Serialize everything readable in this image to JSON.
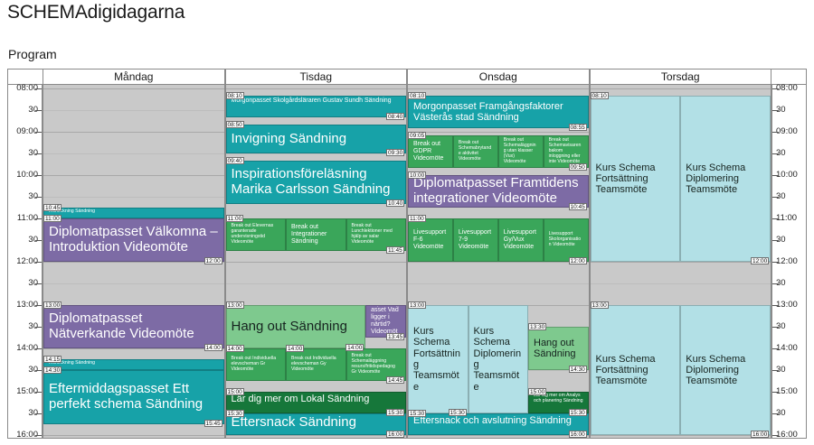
{
  "page": {
    "title": "SCHEMAdigidagarna",
    "subtitle": "Program"
  },
  "calendar": {
    "time_start": "08:00",
    "time_end": "16:00",
    "time_labels": [
      "08:00",
      "30",
      "09:00",
      "30",
      "10:00",
      "30",
      "11:00",
      "30",
      "12:00",
      "30",
      "13:00",
      "30",
      "14:00",
      "30",
      "15:00",
      "30",
      "16:00"
    ],
    "colors": {
      "broadcast_teal": "#17a2a8",
      "video_purple": "#7d6ba5",
      "breakout_green": "#3aa65a",
      "hangout_green": "#7ec98e",
      "lokal_darkgreen": "#16773a",
      "course_blue": "#b2e0e6",
      "empty_gray": "#c9c9c9"
    },
    "days": [
      {
        "name": "monday",
        "label": "Måndag",
        "events": [
          {
            "id": "mon-incheckning-1",
            "title": "Incheckning Sändning",
            "start": "10:45",
            "end": "11:00",
            "color": "#17a2a8",
            "size": "xs",
            "lane": 0,
            "lanes": 1,
            "start_chip": "10:45",
            "end_chip": ""
          },
          {
            "id": "mon-valkomna",
            "title": "Diplomatpasset Välkomna – Introduktion Videomöte",
            "start": "11:00",
            "end": "12:00",
            "color": "#7d6ba5",
            "size": "lg",
            "lane": 0,
            "lanes": 1,
            "start_chip": "11:00",
            "end_chip": "12:00"
          },
          {
            "id": "mon-natverkande",
            "title": "Diplomatpasset Nätverkande Videomöte",
            "start": "13:00",
            "end": "14:00",
            "color": "#7d6ba5",
            "size": "lg",
            "lane": 0,
            "lanes": 1,
            "start_chip": "13:00",
            "end_chip": "14:00"
          },
          {
            "id": "mon-incheckning-2",
            "title": "Incheckning Sändning",
            "start": "14:15",
            "end": "14:30",
            "color": "#17a2a8",
            "size": "xs",
            "lane": 0,
            "lanes": 1,
            "start_chip": "14:15",
            "end_chip": ""
          },
          {
            "id": "mon-eftermiddag",
            "title": "Eftermiddagspasset Ett perfekt schema Sändning",
            "start": "14:30",
            "end": "15:45",
            "color": "#17a2a8",
            "size": "lg",
            "lane": 0,
            "lanes": 1,
            "start_chip": "14:30",
            "end_chip": "15:45"
          }
        ]
      },
      {
        "name": "tuesday",
        "label": "Tisdag",
        "events": [
          {
            "id": "tue-morgonpasset",
            "title": "Morgonpasset Skolgårdsläraren Gustav Sundh Sändning",
            "start": "08:10",
            "end": "08:40",
            "color": "#17a2a8",
            "size": "sm",
            "lane": 0,
            "lanes": 1,
            "start_chip": "08:10",
            "end_chip": "08:40"
          },
          {
            "id": "tue-invigning",
            "title": "Invigning    Sändning",
            "start": "08:50",
            "end": "09:30",
            "color": "#17a2a8",
            "size": "lg",
            "lane": 0,
            "lanes": 1,
            "start_chip": "08:50",
            "end_chip": "09:30"
          },
          {
            "id": "tue-inspiration",
            "title": "Inspirationsföreläsning Marika Carlsson Sändning",
            "start": "09:40",
            "end": "10:40",
            "color": "#17a2a8",
            "size": "lg",
            "lane": 0,
            "lanes": 1,
            "start_chip": "09:40",
            "end_chip": "10:40"
          },
          {
            "id": "tue-breakout-elevernas",
            "title": "Break out Elevernas garanterade undervisningstid Videomöte",
            "start": "11:00",
            "end": "11:45",
            "color": "#3aa65a",
            "size": "xs",
            "lane": 0,
            "lanes": 3,
            "start_chip": "11:00",
            "end_chip": ""
          },
          {
            "id": "tue-breakout-integrationer",
            "title": "Break out Integrationer Sändning",
            "start": "11:00",
            "end": "11:45",
            "color": "#3aa65a",
            "size": "sm",
            "lane": 1,
            "lanes": 3,
            "start_chip": "",
            "end_chip": ""
          },
          {
            "id": "tue-breakout-lunchlektioner",
            "title": "Break out Lunchlektioner med hjälp av salar Videomöte",
            "start": "11:00",
            "end": "11:45",
            "color": "#3aa65a",
            "size": "xs",
            "lane": 2,
            "lanes": 3,
            "start_chip": "",
            "end_chip": "11:45"
          },
          {
            "id": "tue-hangout",
            "title": "Hang out Sändning",
            "start": "13:00",
            "end": "14:00",
            "color": "#7ec98e",
            "size": "lg",
            "lane": 0,
            "lanes": 2,
            "start_chip": "13:00",
            "end_chip": "14:00",
            "lane_span": 1.55,
            "dark": true
          },
          {
            "id": "tue-vadligger",
            "title": "Diplomatpasset Vad ligger i närtid? Videomöte",
            "start": "13:00",
            "end": "13:45",
            "color": "#7d6ba5",
            "size": "sm",
            "lane": 1.55,
            "lanes": 2,
            "lane_span": 0.45,
            "start_chip": "",
            "end_chip": "13:45"
          },
          {
            "id": "tue-breakout-gr",
            "title": "Break out Individuella elevscheman Gr Videomöte",
            "start": "14:00",
            "end": "14:45",
            "color": "#3aa65a",
            "size": "xs",
            "lane": 0,
            "lanes": 3,
            "start_chip": "14:00",
            "end_chip": ""
          },
          {
            "id": "tue-breakout-gy",
            "title": "Break out Individuella elevscheman Gy Videomöte",
            "start": "14:00",
            "end": "14:45",
            "color": "#3aa65a",
            "size": "xs",
            "lane": 1,
            "lanes": 3,
            "start_chip": "14:00",
            "end_chip": ""
          },
          {
            "id": "tue-breakout-schemalaggning",
            "title": "Break out Schemaläggning resurs/fritidspedagog Gr Videomöte",
            "start": "14:00",
            "end": "14:45",
            "color": "#3aa65a",
            "size": "xs",
            "lane": 2,
            "lanes": 3,
            "start_chip": "",
            "end_chip": "14:45"
          },
          {
            "id": "tue-lokal",
            "title": "Lär dig mer om Lokal Sändning",
            "start": "15:00",
            "end": "15:30",
            "color": "#16773a",
            "size": "md",
            "lane": 0,
            "lanes": 1,
            "start_chip": "15:00",
            "end_chip": "15:30"
          },
          {
            "id": "tue-eftersnack",
            "title": "Eftersnack Sändning",
            "start": "15:30",
            "end": "16:00",
            "color": "#17a2a8",
            "size": "lg",
            "lane": 0,
            "lanes": 1,
            "start_chip": "15:30",
            "end_chip": "16:00"
          }
        ]
      },
      {
        "name": "wednesday",
        "label": "Onsdag",
        "events": [
          {
            "id": "wed-morgonpasset",
            "title": "Morgonpasset Framgångsfaktorer Västerås stad Sändning",
            "start": "08:10",
            "end": "08:55",
            "color": "#17a2a8",
            "size": "md",
            "lane": 0,
            "lanes": 1,
            "start_chip": "08:10",
            "end_chip": "08:55"
          },
          {
            "id": "wed-breakout-gdpr",
            "title": "Break out GDPR Videomöte",
            "start": "09:05",
            "end": "09:50",
            "color": "#3aa65a",
            "size": "sm",
            "lane": 0,
            "lanes": 4,
            "start_chip": "09:05",
            "end_chip": ""
          },
          {
            "id": "wed-breakout-brytande",
            "title": "Break out Schemabrytande aktivitet Videomöte",
            "start": "09:05",
            "end": "09:50",
            "color": "#3aa65a",
            "size": "xs",
            "lane": 1,
            "lanes": 4,
            "start_chip": "",
            "end_chip": ""
          },
          {
            "id": "wed-breakout-utanklasser",
            "title": "Break out Schemaläggning utan klasser (Vux) Videomöte",
            "start": "09:05",
            "end": "09:50",
            "color": "#3aa65a",
            "size": "xs",
            "lane": 2,
            "lanes": 4,
            "start_chip": "",
            "end_chip": ""
          },
          {
            "id": "wed-breakout-schemavisaren",
            "title": "Break out Schemavisaren bakom inloggning eller inte Videomöte",
            "start": "09:05",
            "end": "09:50",
            "color": "#3aa65a",
            "size": "xs",
            "lane": 3,
            "lanes": 4,
            "start_chip": "",
            "end_chip": "09:50"
          },
          {
            "id": "wed-framtidens",
            "title": "Diplomatpasset Framtidens integrationer Videomöte",
            "start": "10:00",
            "end": "10:45",
            "color": "#7d6ba5",
            "size": "lg",
            "lane": 0,
            "lanes": 1,
            "start_chip": "10:00",
            "end_chip": "10:45"
          },
          {
            "id": "wed-live-f6",
            "title": "Livesupport F-6 Videomöte",
            "start": "11:00",
            "end": "12:00",
            "color": "#3aa65a",
            "size": "sm",
            "lane": 0,
            "lanes": 4,
            "start_chip": "11:00",
            "end_chip": ""
          },
          {
            "id": "wed-live-79",
            "title": "Livesupport 7-9 Videomöte",
            "start": "11:00",
            "end": "12:00",
            "color": "#3aa65a",
            "size": "sm",
            "lane": 1,
            "lanes": 4,
            "start_chip": "",
            "end_chip": ""
          },
          {
            "id": "wed-live-gyvux",
            "title": "Livesupport Gy/Vux Videomöte",
            "start": "11:00",
            "end": "12:00",
            "color": "#3aa65a",
            "size": "sm",
            "lane": 2,
            "lanes": 4,
            "start_chip": "",
            "end_chip": ""
          },
          {
            "id": "wed-live-skolorg",
            "title": "Livesupport Skolorganisation Videomöte",
            "start": "11:00",
            "end": "12:00",
            "color": "#3aa65a",
            "size": "xs",
            "lane": 3,
            "lanes": 4,
            "start_chip": "",
            "end_chip": "12:00"
          },
          {
            "id": "wed-kurs-fortsattning",
            "title": "Kurs Schema Fortsättning Teamsmöte",
            "start": "13:00",
            "end": "15:30",
            "color": "#b2e0e6",
            "size": "md",
            "lane": 0,
            "lanes": 3,
            "start_chip": "13:00",
            "end_chip": "15:30",
            "dark": true
          },
          {
            "id": "wed-kurs-diplomering",
            "title": "Kurs Schema Diplomering Teamsmöte",
            "start": "13:00",
            "end": "15:30",
            "color": "#b2e0e6",
            "size": "md",
            "lane": 1,
            "lanes": 3,
            "start_chip": "",
            "end_chip": "",
            "dark": true
          },
          {
            "id": "wed-hangout",
            "title": "Hang out Sändning",
            "start": "13:30",
            "end": "14:30",
            "color": "#7ec98e",
            "size": "md",
            "lane": 2,
            "lanes": 3,
            "start_chip": "13:30",
            "end_chip": "14:30",
            "dark": true
          },
          {
            "id": "wed-analys",
            "title": "Lär dig mer om Analys och planering Sändning",
            "start": "15:00",
            "end": "15:30",
            "color": "#16773a",
            "size": "xs",
            "lane": 2,
            "lanes": 3,
            "start_chip": "15:00",
            "end_chip": "15:30"
          },
          {
            "id": "wed-eftersnack",
            "title": "Eftersnack och avslutning Sändning",
            "start": "15:30",
            "end": "16:00",
            "color": "#17a2a8",
            "size": "md",
            "lane": 0,
            "lanes": 1,
            "start_chip": "15:30",
            "end_chip": "16:00"
          }
        ]
      },
      {
        "name": "thursday",
        "label": "Torsdag",
        "events": [
          {
            "id": "thu-kurs-fortsattning-am",
            "title": "Kurs Schema Fortsättning Teamsmöte",
            "start": "08:10",
            "end": "12:00",
            "color": "#b2e0e6",
            "size": "md",
            "lane": 0,
            "lanes": 2,
            "start_chip": "08:10",
            "end_chip": "",
            "dark": true
          },
          {
            "id": "thu-kurs-diplomering-am",
            "title": "Kurs Schema Diplomering Teamsmöte",
            "start": "08:10",
            "end": "12:00",
            "color": "#b2e0e6",
            "size": "md",
            "lane": 1,
            "lanes": 2,
            "start_chip": "",
            "end_chip": "12:00",
            "dark": true
          },
          {
            "id": "thu-kurs-fortsattning-pm",
            "title": "Kurs Schema Fortsättning Teamsmöte",
            "start": "13:00",
            "end": "16:00",
            "color": "#b2e0e6",
            "size": "md",
            "lane": 0,
            "lanes": 2,
            "start_chip": "13:00",
            "end_chip": "",
            "dark": true
          },
          {
            "id": "thu-kurs-diplomering-pm",
            "title": "Kurs Schema Diplomering Teamsmöte",
            "start": "13:00",
            "end": "16:00",
            "color": "#b2e0e6",
            "size": "md",
            "lane": 1,
            "lanes": 2,
            "start_chip": "",
            "end_chip": "16:00",
            "dark": true
          }
        ]
      }
    ]
  }
}
